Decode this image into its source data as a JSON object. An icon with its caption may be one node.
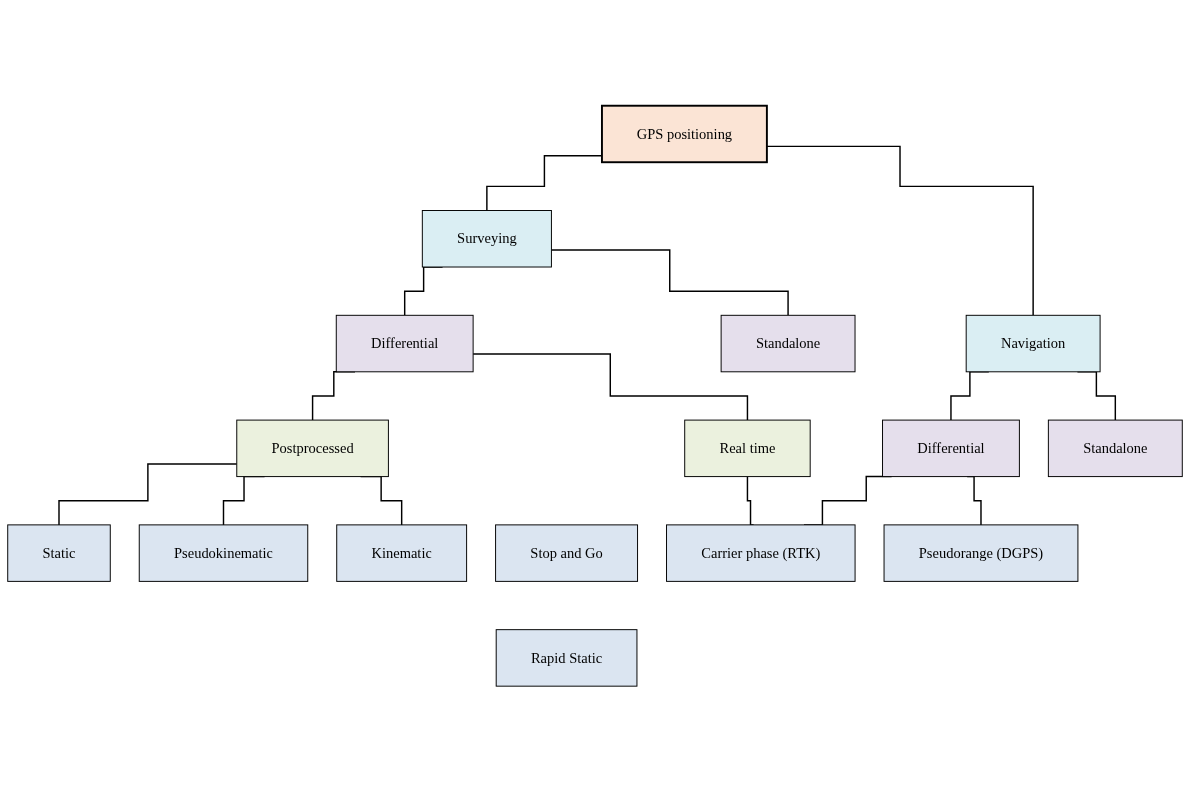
{
  "diagram": {
    "nodes": [
      {
        "text": [
          "GPS positioning"
        ]
      },
      {
        "text": [
          "Surveying"
        ]
      },
      {
        "text": [
          "Navigation"
        ]
      },
      {
        "text": [
          "Standalone"
        ]
      },
      {
        "text": [
          "Differential"
        ]
      },
      {
        "text": [
          "Postprocessed"
        ]
      },
      {
        "text": [
          "Real time"
        ]
      },
      {
        "text": [
          "Static"
        ]
      },
      {
        "text": [
          "Pseudokinematic"
        ]
      },
      {
        "text": [
          "Kinematic"
        ]
      },
      {
        "text": [
          "Stop and Go"
        ]
      },
      {
        "text": [
          "Rapid Static"
        ]
      },
      {
        "text": [
          "Differential"
        ]
      },
      {
        "text": [
          "Standalone"
        ]
      },
      {
        "text": [
          "Carrier phase (RTK)"
        ]
      },
      {
        "text": [
          "Pseudorange (DGPS)"
        ]
      }
    ],
    "edges": [
      {
        "from": 0,
        "to": 1,
        "arrow": "none"
      },
      {
        "from": 0,
        "to": 2,
        "arrow": "none"
      },
      {
        "from": 1,
        "to": 3,
        "arrow": "none"
      },
      {
        "from": 1,
        "to": 4,
        "arrow": "none"
      },
      {
        "from": 4,
        "to": 5,
        "arrow": "none"
      },
      {
        "from": 4,
        "to": 6,
        "arrow": "none"
      },
      {
        "from": 5,
        "to": 7,
        "arrow": "none"
      },
      {
        "from": 5,
        "to": 8,
        "arrow": "none"
      },
      {
        "from": 5,
        "to": 9,
        "arrow": "none"
      },
      {
        "from": 2,
        "to": 12,
        "arrow": "none"
      },
      {
        "from": 2,
        "to": 13,
        "arrow": "none"
      },
      {
        "from": 6,
        "to": 14,
        "arrow": "none"
      },
      {
        "from": 12,
        "to": 14,
        "arrow": "none"
      },
      {
        "from": 12,
        "to": 15,
        "arrow": "none"
      }
    ]
  }
}
